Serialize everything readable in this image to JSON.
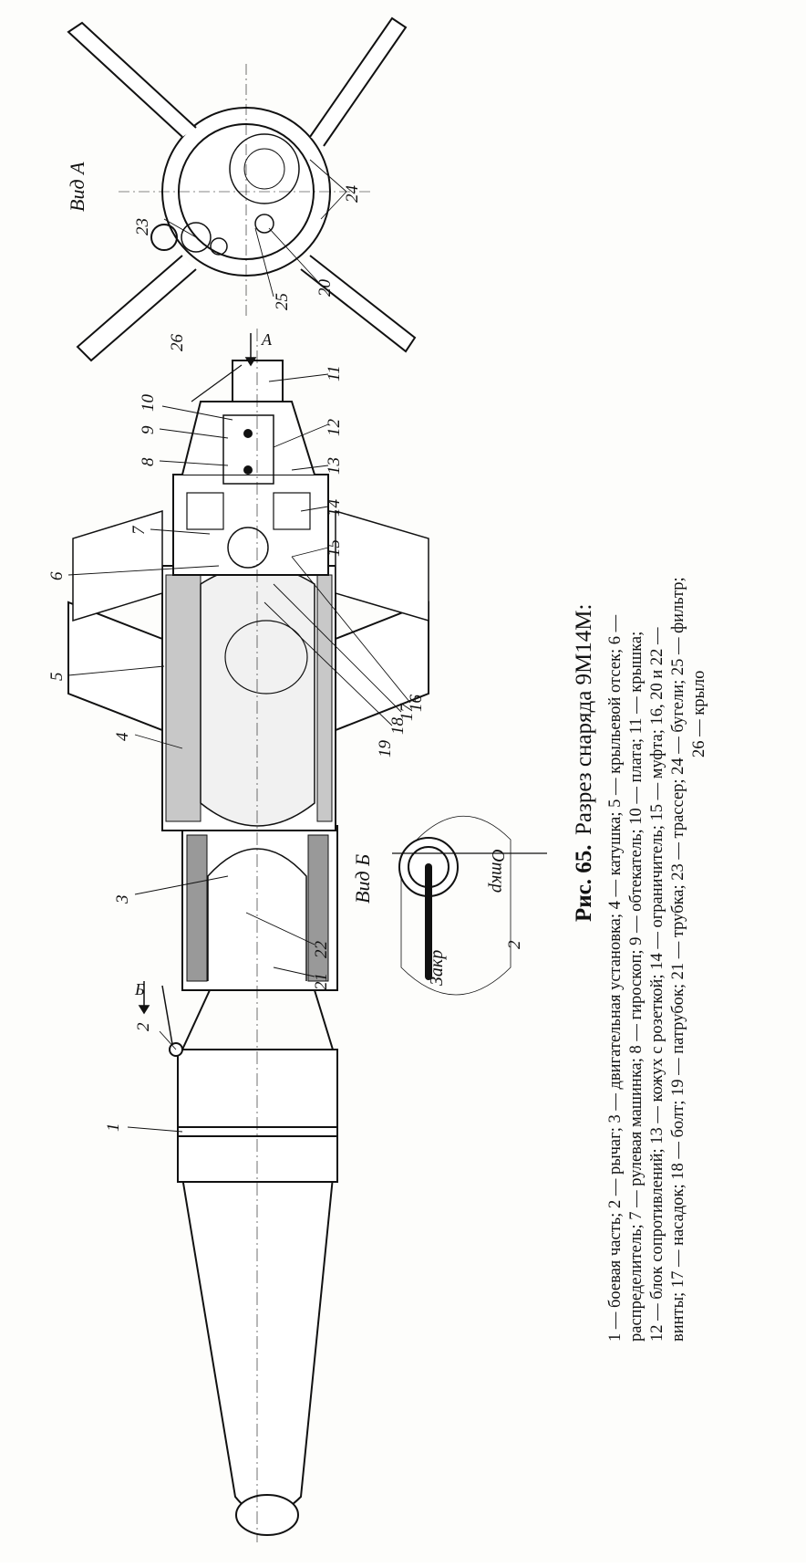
{
  "caption": {
    "figure_number": "Рис. 65.",
    "figure_title": "Разрез снаряда 9М14М:",
    "legend_lines": [
      "1 — боевая часть; 2 — рычаг; 3 — двигательная установка; 4 — катушка; 5 — крыльевой отсек; 6 —",
      "распределитель; 7 — рулевая машинка; 8 — гироскоп; 9 — обтекатель; 10 — плата; 11 — крышка;",
      "12 — блок сопротивлений; 13 — кожух с розеткой; 14 — ограничитель; 15 — муфта; 16, 20 и 22 —",
      "винты; 17 — насадок; 18 — болт; 19 — патрубок; 21 — трубка; 23 — трассер; 24 — бугели; 25 — фильтр;",
      "26 — крыло"
    ]
  },
  "views": {
    "view_a": "Вид А",
    "view_b": "Вид Б",
    "arrow_a": "А",
    "arrow_b": "Б"
  },
  "switch_labels": {
    "closed": "Закр",
    "open": "Откр"
  },
  "callouts": {
    "c1": "1",
    "c2": "2",
    "c2b": "2",
    "c3": "3",
    "c4": "4",
    "c5": "5",
    "c6": "6",
    "c7": "7",
    "c8": "8",
    "c9": "9",
    "c10": "10",
    "c11": "11",
    "c12": "12",
    "c13": "13",
    "c14": "14",
    "c15": "15",
    "c16": "16",
    "c17": "17",
    "c18": "18",
    "c19": "19",
    "c20": "20",
    "c21": "21",
    "c22": "22",
    "c23": "23",
    "c24": "24",
    "c25": "25",
    "c26": "26"
  }
}
